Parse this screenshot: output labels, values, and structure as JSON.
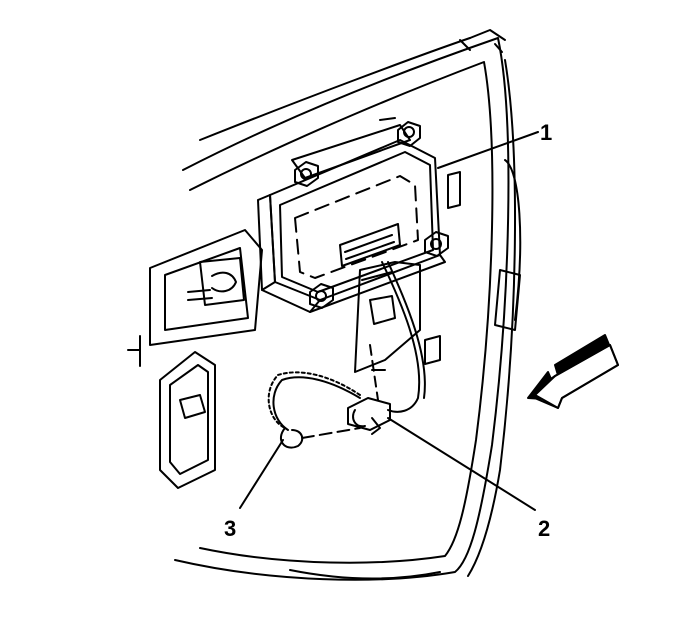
{
  "callouts": [
    {
      "number": "1"
    },
    {
      "number": "2"
    },
    {
      "number": "3"
    }
  ],
  "icons": {
    "direction_arrow": "forward-arrow-icon"
  },
  "colors": {
    "line": "#000000",
    "background": "#ffffff"
  }
}
